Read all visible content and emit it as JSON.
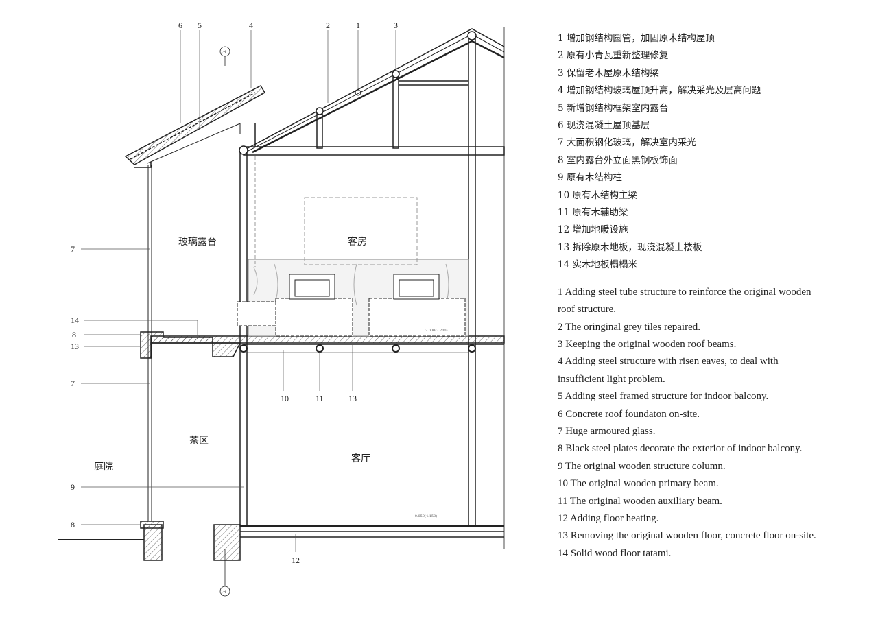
{
  "drawing": {
    "callouts_top": [
      "6",
      "5",
      "4",
      "2",
      "1",
      "3"
    ],
    "callouts_left": [
      "7",
      "14",
      "8",
      "13",
      "7",
      "9",
      "8"
    ],
    "callouts_bottom": [
      "10",
      "11",
      "13",
      "12"
    ],
    "section_marker": "1-4",
    "rooms": {
      "glass_terrace": "玻璃露台",
      "guest_room": "客房",
      "tea_area": "茶区",
      "courtyard": "庭院",
      "living_room": "客厅"
    },
    "elevations": {
      "upper": "3.000(7.200)",
      "lower": "-0.050(4.150)"
    }
  },
  "legend_cn": [
    "1 增加钢结构圆管，加固原木结构屋顶",
    "2 原有小青瓦重新整理修复",
    "3 保留老木屋原木结构梁",
    "4 增加钢结构玻璃屋顶升高，解决采光及层高问题",
    "5 新增钢结构框架室内露台",
    "6 现浇混凝土屋顶基层",
    "7 大面积钢化玻璃，解决室内采光",
    "8 室内露台外立面黑钢板饰面",
    "9 原有木结构柱",
    "10 原有木结构主梁",
    "11 原有木辅助梁",
    "12 增加地暖设施",
    "13 拆除原木地板，现浇混凝土楼板",
    "14 实木地板榻榻米"
  ],
  "legend_en": [
    "1 Adding steel tube structure to reinforce the original wooden roof structure.",
    "2 The oringinal grey tiles repaired.",
    "3 Keeping the original wooden roof beams.",
    "4 Adding steel structure with risen eaves, to deal with insufficient light problem.",
    "5 Adding steel framed structure for indoor balcony.",
    "6 Concrete roof foundaton on-site.",
    "7 Huge armoured glass.",
    "8 Black steel plates decorate the exterior of indoor balcony.",
    "9 The original wooden structure column.",
    "10 The original wooden primary beam.",
    "11 The original wooden auxiliary beam.",
    "12 Adding floor heating.",
    "13 Removing the original wooden floor, concrete floor on-site.",
    "14 Solid wood floor tatami."
  ]
}
